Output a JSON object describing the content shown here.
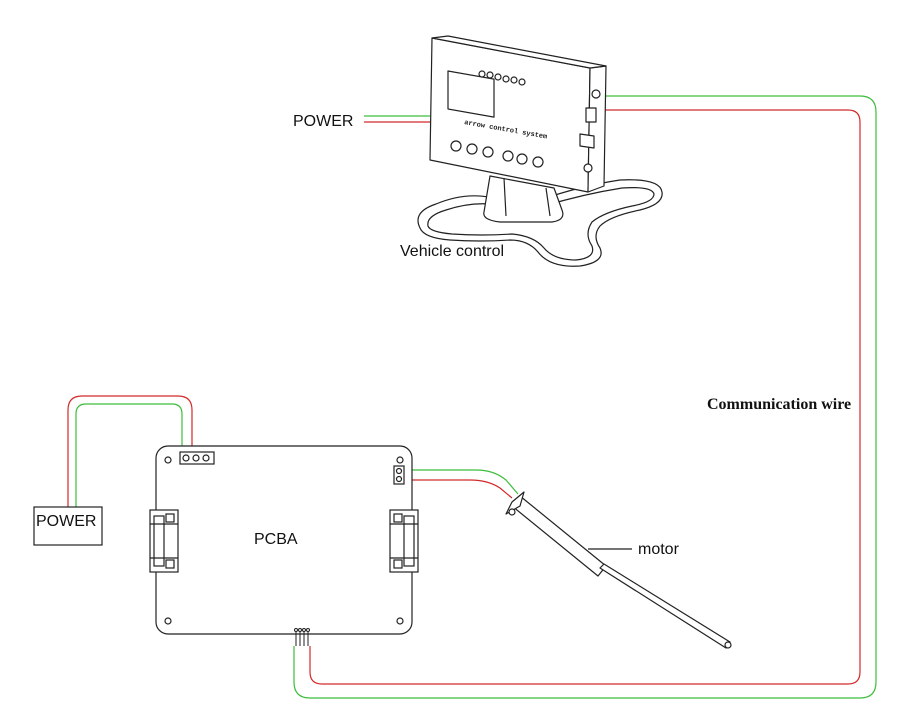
{
  "labels": {
    "power_top": "POWER",
    "vehicle_control": "Vehicle control",
    "communication_wire": "Communication wire",
    "power_left": "POWER",
    "pcba": "PCBA",
    "motor": "motor",
    "device_text": "arrow control system"
  },
  "colors": {
    "wire_green": "#3cbd3c",
    "wire_red": "#d22a2a",
    "outline": "#222222"
  },
  "icons": [
    "vehicle-controller-icon",
    "pcba-board-icon",
    "motor-actuator-icon",
    "power-box-icon"
  ]
}
